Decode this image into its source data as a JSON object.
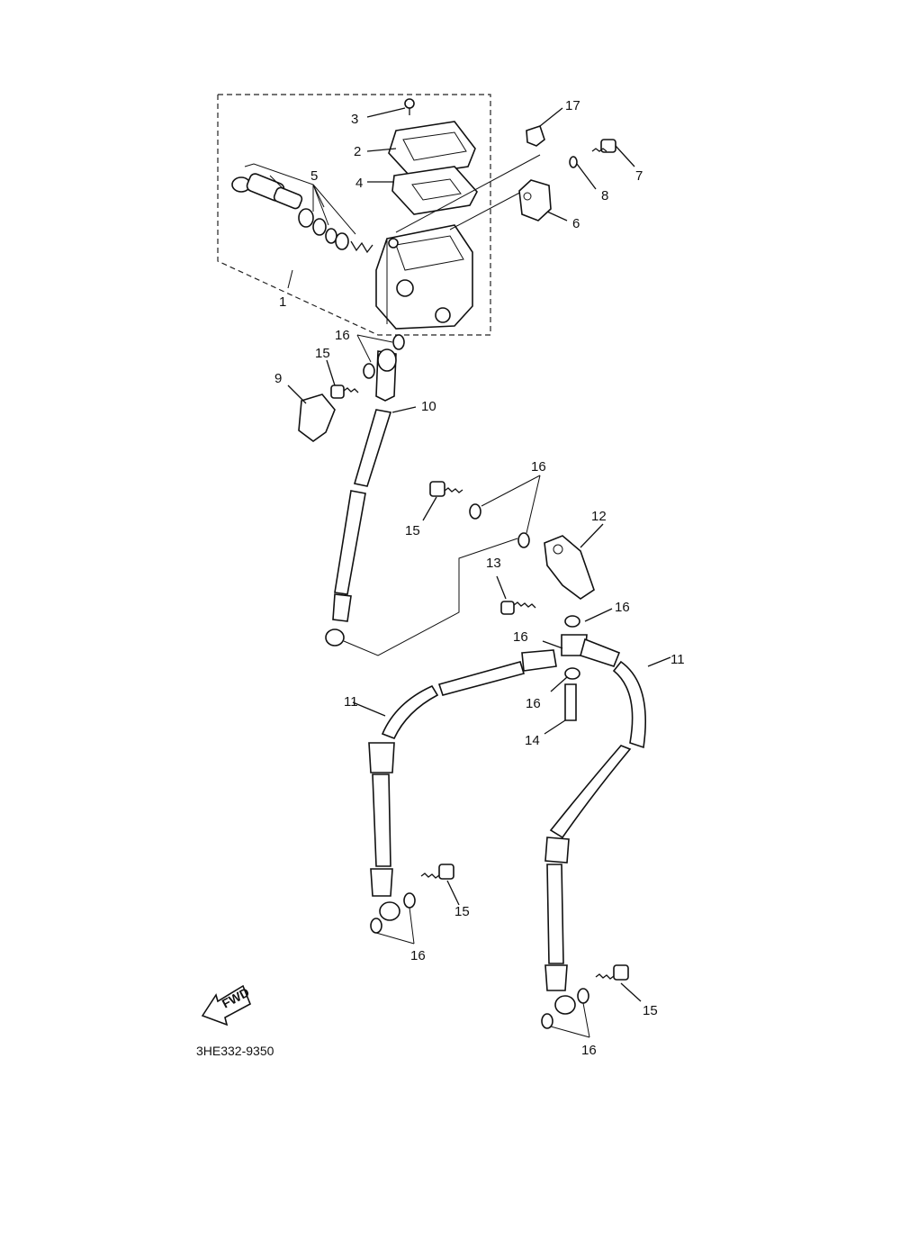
{
  "diagram_code": "3HE332-9350",
  "fwd_badge": "FWD",
  "callouts": {
    "c1": "1",
    "c2": "2",
    "c3": "3",
    "c4": "4",
    "c5": "5",
    "c6": "6",
    "c7": "7",
    "c8": "8",
    "c9": "9",
    "c10": "10",
    "c11a": "11",
    "c11b": "11",
    "c12": "12",
    "c13": "13",
    "c14": "14",
    "c15a": "15",
    "c15b": "15",
    "c15c": "15",
    "c15d": "15",
    "c16a": "16",
    "c16b": "16",
    "c16c": "16",
    "c16d": "16",
    "c16e": "16",
    "c16f": "16",
    "c16g": "16",
    "c17": "17"
  }
}
